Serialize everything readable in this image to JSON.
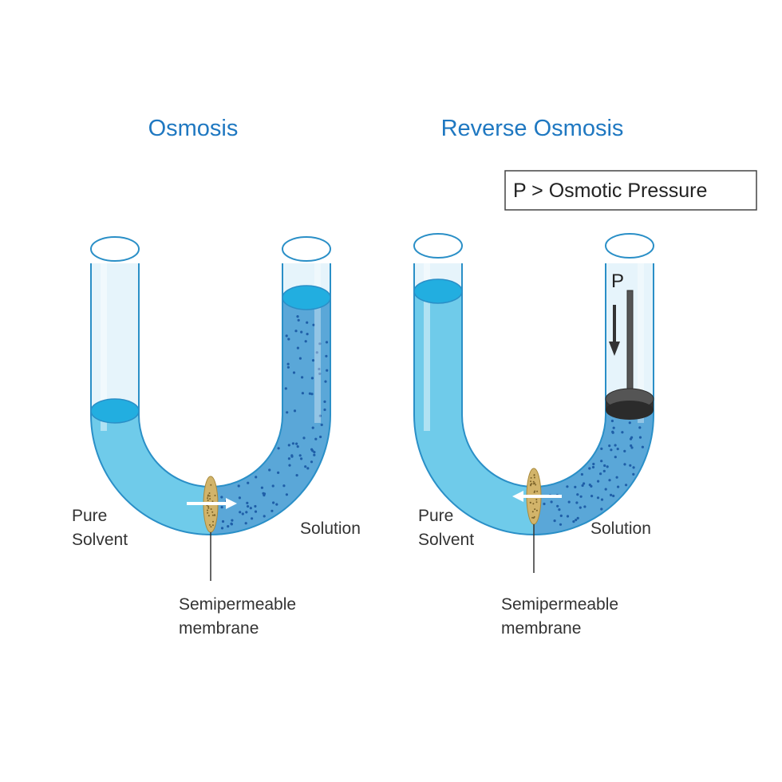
{
  "left": {
    "title": "Osmosis",
    "label_left_line1": "Pure",
    "label_left_line2": "Solvent",
    "label_right": "Solution",
    "membrane_line1": "Semipermeable",
    "membrane_line2": "membrane"
  },
  "right": {
    "title": "Reverse Osmosis",
    "pressure_box": "P > Osmotic Pressure",
    "piston_label": "P",
    "label_left_line1": "Pure",
    "label_left_line2": "Solvent",
    "label_right": "Solution",
    "membrane_line1": "Semipermeable",
    "membrane_line2": "membrane"
  },
  "colors": {
    "title": "#1f78c1",
    "pure_water": "#6fcbea",
    "solution": "#5aa7d8",
    "surface": "#22aee0",
    "glass": "#e6f4fb",
    "outline": "#2a8fc7",
    "membrane": "#d2b46a",
    "piston": "#3a3a3a"
  }
}
